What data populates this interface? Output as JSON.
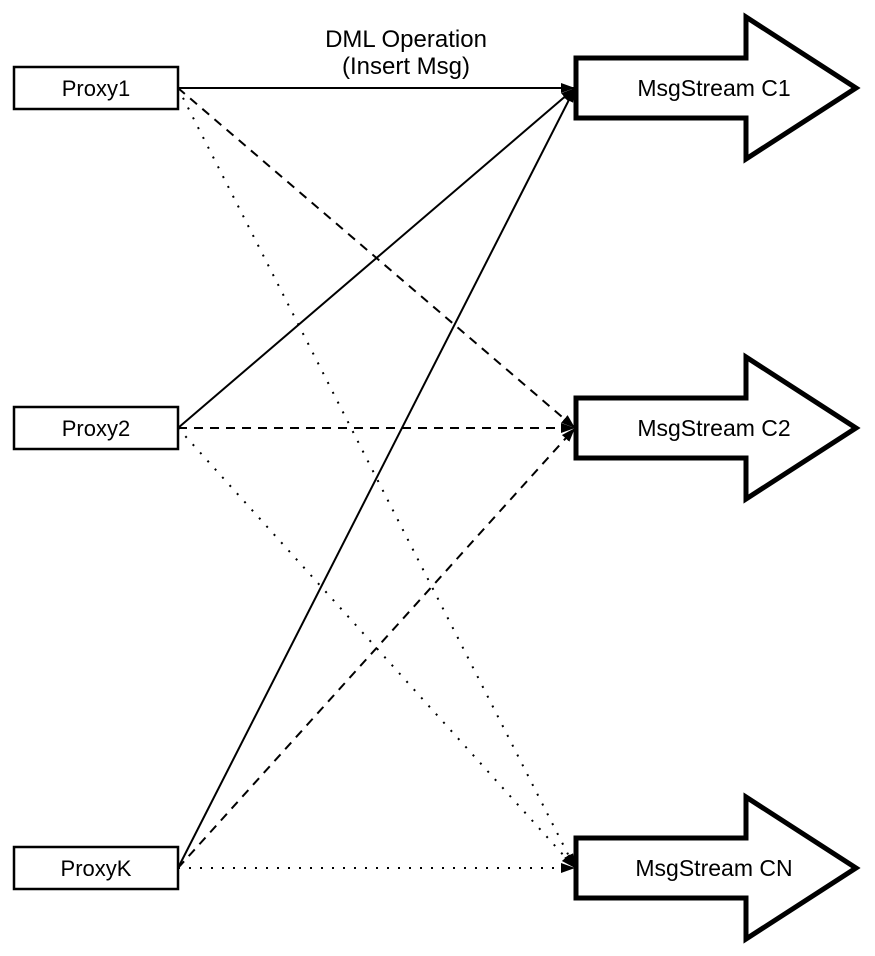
{
  "diagram": {
    "title": {
      "line1": "DML Operation",
      "line2": "(Insert Msg)"
    },
    "proxies": [
      {
        "label": "Proxy1"
      },
      {
        "label": "Proxy2"
      },
      {
        "label": "ProxyK"
      }
    ],
    "streams": [
      {
        "label": "MsgStream C1",
        "incoming_edge_style": "solid"
      },
      {
        "label": "MsgStream C2",
        "incoming_edge_style": "dashed"
      },
      {
        "label": "MsgStream CN",
        "incoming_edge_style": "dotted"
      }
    ],
    "connections": [
      {
        "from": "Proxy1",
        "to": "MsgStream C1",
        "style": "solid"
      },
      {
        "from": "Proxy1",
        "to": "MsgStream C2",
        "style": "dashed"
      },
      {
        "from": "Proxy1",
        "to": "MsgStream CN",
        "style": "dotted"
      },
      {
        "from": "Proxy2",
        "to": "MsgStream C1",
        "style": "solid"
      },
      {
        "from": "Proxy2",
        "to": "MsgStream C2",
        "style": "dashed"
      },
      {
        "from": "Proxy2",
        "to": "MsgStream CN",
        "style": "dotted"
      },
      {
        "from": "ProxyK",
        "to": "MsgStream C1",
        "style": "solid"
      },
      {
        "from": "ProxyK",
        "to": "MsgStream C2",
        "style": "dashed"
      },
      {
        "from": "ProxyK",
        "to": "MsgStream CN",
        "style": "dotted"
      }
    ],
    "colors": {
      "stroke": "#000000",
      "fill": "#ffffff",
      "background": "#ffffff"
    }
  }
}
